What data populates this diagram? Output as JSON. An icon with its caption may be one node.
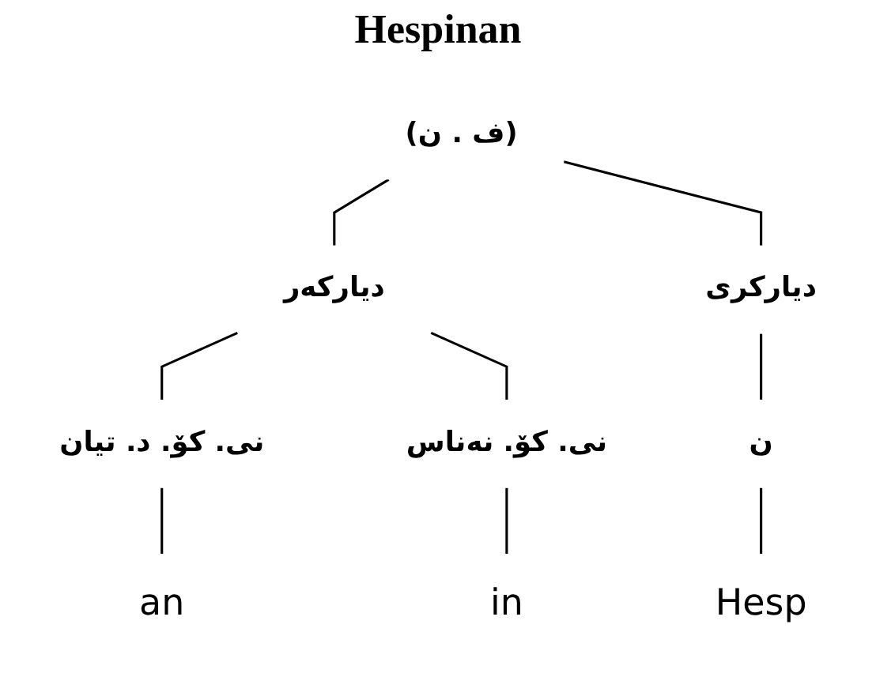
{
  "diagram": {
    "title": "Hespinan",
    "nodes": [
      {
        "text": [
          "(ف . ن)"
        ]
      },
      {
        "text": [
          "دیارکەر"
        ]
      },
      {
        "text": [
          "دیارکری"
        ]
      },
      {
        "text": [
          "نی. کۆ. د. تیان"
        ]
      },
      {
        "text": [
          "نی. کۆ. نەناس"
        ]
      },
      {
        "text": [
          "ن"
        ]
      },
      {
        "text": [
          "an"
        ]
      },
      {
        "text": [
          "in"
        ]
      },
      {
        "text": [
          "Hesp"
        ]
      }
    ],
    "edges": [
      {
        "from": 0,
        "to": 1,
        "arrow": "none"
      },
      {
        "from": 0,
        "to": 2,
        "arrow": "none"
      },
      {
        "from": 1,
        "to": 3,
        "arrow": "none"
      },
      {
        "from": 1,
        "to": 4,
        "arrow": "none"
      },
      {
        "from": 2,
        "to": 5,
        "arrow": "none"
      },
      {
        "from": 3,
        "to": 6,
        "arrow": "none"
      },
      {
        "from": 4,
        "to": 7,
        "arrow": "none"
      },
      {
        "from": 5,
        "to": 8,
        "arrow": "none"
      }
    ]
  }
}
